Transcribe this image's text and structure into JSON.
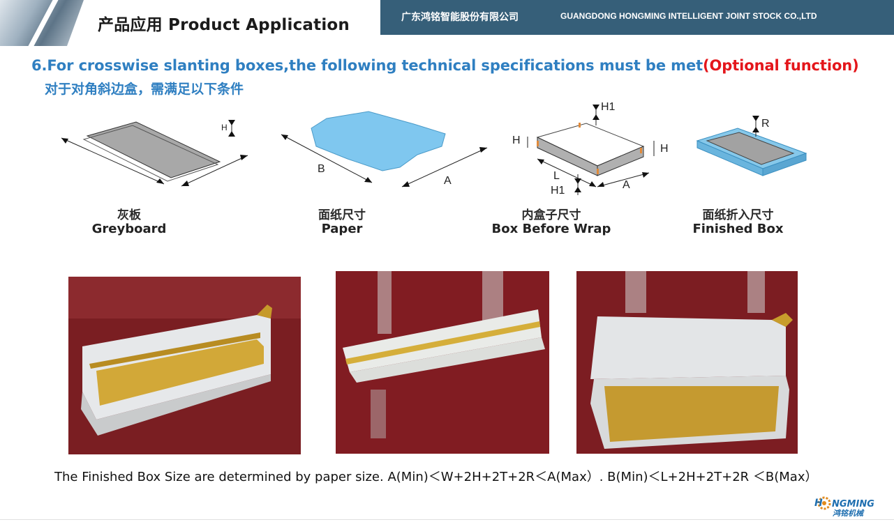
{
  "header": {
    "title": "产品应用 Product Application",
    "company_cn": "广东鸿铭智能股份有限公司",
    "company_en": "GUANGDONG HONGMING INTELLIGENT JOINT STOCK CO.,LTD",
    "bar_color": "#365f79"
  },
  "heading": {
    "en_main": "6.For crosswise slanting boxes,the following technical specifications must be met",
    "en_optional": "(Optional function)",
    "cn": "对于对角斜边盒，需满足以下条件",
    "color": "#2f7fc1",
    "optional_color": "#e4161b"
  },
  "diagrams": [
    {
      "cn": "灰板",
      "en": "Greyboard",
      "dim_labels": [
        "H"
      ]
    },
    {
      "cn": "面纸尺寸",
      "en": "Paper",
      "dim_labels": [
        "B",
        "A"
      ]
    },
    {
      "cn": "内盒子尺寸",
      "en": "Box Before Wrap",
      "dim_labels": [
        "H1",
        "H",
        "H",
        "L",
        "H1",
        "A"
      ]
    },
    {
      "cn": "面纸折入尺寸",
      "en": "Finished Box",
      "dim_labels": [
        "R"
      ]
    }
  ],
  "photos": [
    {
      "name": "open-box-photo"
    },
    {
      "name": "flat-lid-photo"
    },
    {
      "name": "open-box-angle-photo"
    }
  ],
  "footnote": "The Finished Box Size are determined by paper size. A(Min)＜W+2H+2T+2R＜A(Max）. B(Min)＜L+2H+2T+2R ＜B(Max）",
  "logo": {
    "text": "NGMING",
    "sub": "鸿铭机械"
  }
}
